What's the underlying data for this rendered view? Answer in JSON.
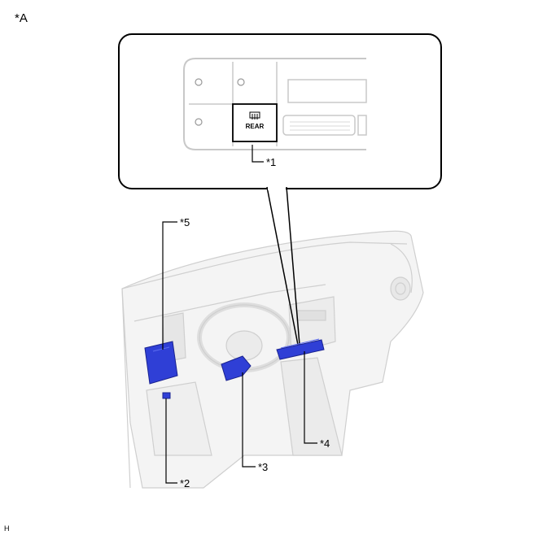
{
  "view_label": "*A",
  "corner_label": "H",
  "callouts": {
    "c1": "*1",
    "c2": "*2",
    "c3": "*3",
    "c4": "*4",
    "c5": "*5"
  },
  "switch_panel": {
    "button_text": "REAR",
    "icon": "rear-defogger-icon"
  },
  "colors": {
    "highlight": "#2f3fd6",
    "line": "#000000",
    "dash_outline": "#c8c8c8"
  }
}
